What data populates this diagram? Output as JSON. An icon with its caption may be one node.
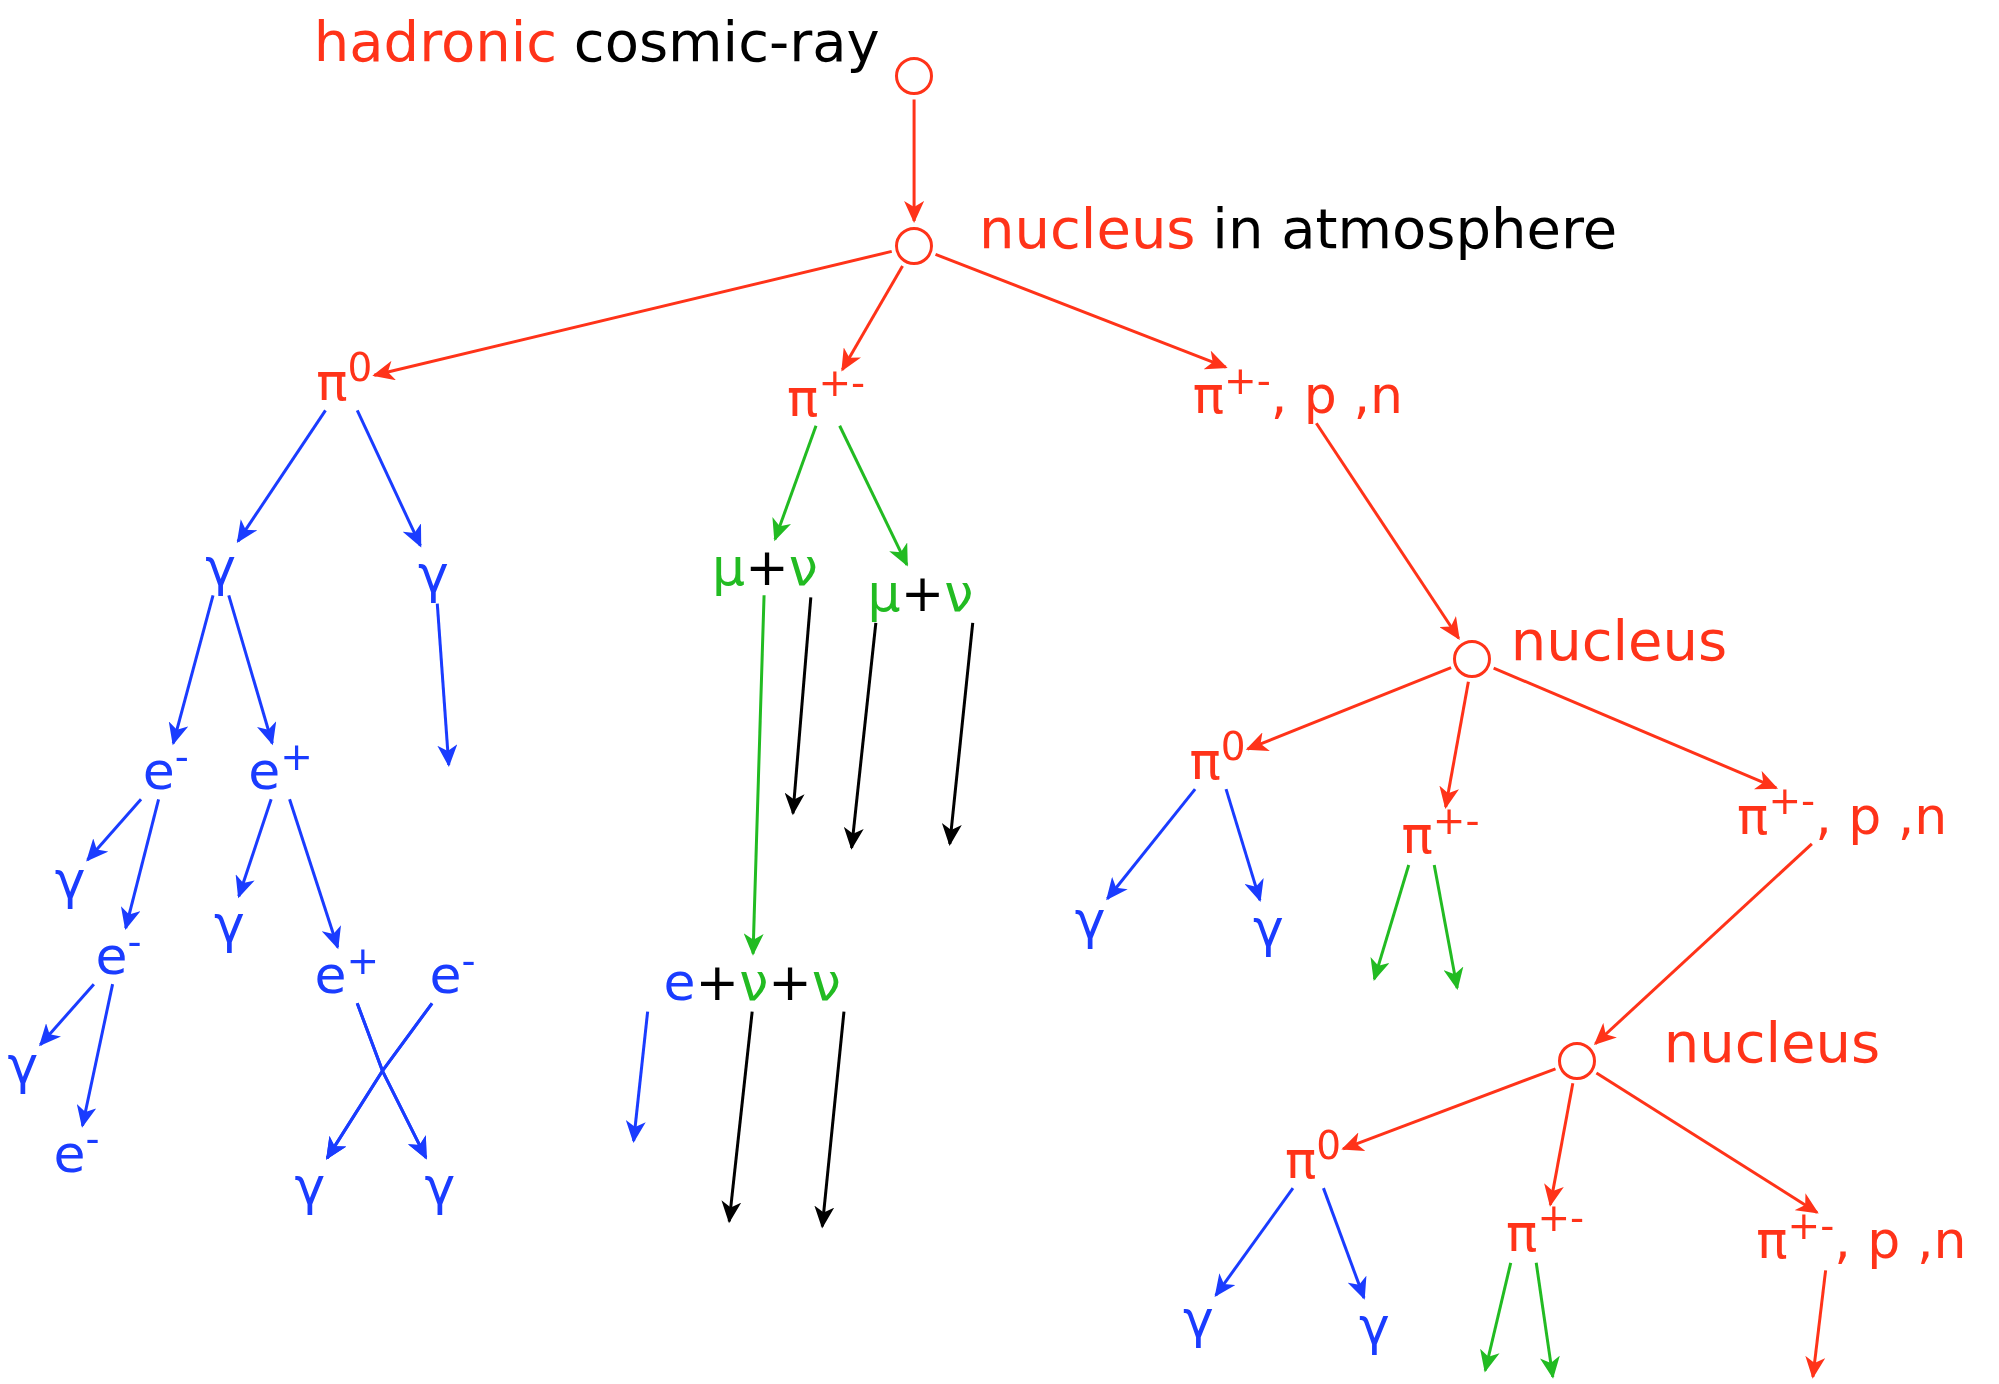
{
  "diagram": {
    "nodes": [
      {
        "text": [],
        "shape": "circle",
        "beside": [
          "hadronic",
          "cosmic-ray"
        ]
      },
      {
        "text": [],
        "shape": "circle",
        "beside": [
          "nucleus",
          "in atmosphere"
        ]
      },
      {
        "text": [
          "π$^{0}$"
        ]
      },
      {
        "text": [
          "π$^{+-}$"
        ]
      },
      {
        "text": [
          "π$^{+-}$, p ,n"
        ]
      },
      {
        "text": [
          "γ"
        ]
      },
      {
        "text": [
          "γ"
        ]
      },
      {
        "text": [
          "μ",
          "+",
          "ν"
        ]
      },
      {
        "text": [
          "μ",
          "+",
          "ν"
        ]
      },
      {
        "text": [
          "e$^{-}$"
        ]
      },
      {
        "text": [
          "e$^{+}$"
        ]
      },
      {
        "text": [
          "γ"
        ]
      },
      {
        "text": [
          "e$^{-}$"
        ]
      },
      {
        "text": [
          "γ"
        ]
      },
      {
        "text": [
          "e$^{+}$"
        ]
      },
      {
        "text": [
          "e$^{-}$"
        ]
      },
      {
        "text": [
          "γ"
        ]
      },
      {
        "text": [
          "e$^{-}$"
        ]
      },
      {
        "text": [
          "γ"
        ]
      },
      {
        "text": [
          "γ"
        ]
      },
      {
        "text": [
          "e",
          "+",
          "ν",
          "+",
          "ν"
        ]
      },
      {
        "text": [],
        "shape": "circle",
        "beside": [
          "nucleus"
        ]
      },
      {
        "text": [
          "π$^{0}$"
        ]
      },
      {
        "text": [
          "π$^{+-}$"
        ]
      },
      {
        "text": [
          "π$^{+-}$, p ,n"
        ]
      },
      {
        "text": [
          "γ"
        ]
      },
      {
        "text": [
          "γ"
        ]
      },
      {
        "text": [],
        "shape": "circle",
        "beside": [
          "nucleus"
        ]
      },
      {
        "text": [
          "π$^{0}$"
        ]
      },
      {
        "text": [
          "π$^{+-}$"
        ]
      },
      {
        "text": [
          "π$^{+-}$, p ,n"
        ]
      },
      {
        "text": [
          "γ"
        ]
      },
      {
        "text": [
          "γ"
        ]
      }
    ],
    "edges": [
      {
        "from": 0,
        "to": 1,
        "arrow": "to",
        "color": "#ff3319"
      },
      {
        "from": 1,
        "to": 2,
        "arrow": "to",
        "color": "#ff3319"
      },
      {
        "from": 1,
        "to": 3,
        "arrow": "to",
        "color": "#ff3319"
      },
      {
        "from": 1,
        "to": 4,
        "arrow": "to",
        "color": "#ff3319"
      },
      {
        "from": 2,
        "to": 5,
        "arrow": "to"
      },
      {
        "from": 2,
        "to": 6,
        "arrow": "to"
      },
      {
        "from": 3,
        "to": 7,
        "arrow": "to",
        "color": "#22bb22"
      },
      {
        "from": 3,
        "to": 8,
        "arrow": "to",
        "color": "#22bb22"
      },
      {
        "from": 4,
        "to": 21,
        "arrow": "to",
        "color": "#ff3319"
      },
      {
        "from": 5,
        "to": 9,
        "arrow": "to"
      },
      {
        "from": 5,
        "to": 10,
        "arrow": "to"
      },
      {
        "from": 6,
        "to": null,
        "arrow": "to"
      },
      {
        "from": 7,
        "to": 20,
        "arrow": "to",
        "color": "#22bb22"
      },
      {
        "from": 7,
        "to": null,
        "arrow": "to",
        "color": "#000000"
      },
      {
        "from": 8,
        "to": null,
        "arrow": "to",
        "color": "#000000"
      },
      {
        "from": 8,
        "to": null,
        "arrow": "to",
        "color": "#000000"
      },
      {
        "from": 9,
        "to": 11,
        "arrow": "to"
      },
      {
        "from": 9,
        "to": 12,
        "arrow": "to"
      },
      {
        "from": 10,
        "to": 13,
        "arrow": "to"
      },
      {
        "from": 10,
        "to": 14,
        "arrow": "to"
      },
      {
        "from": 12,
        "to": 16,
        "arrow": "to"
      },
      {
        "from": 12,
        "to": 17,
        "arrow": "to"
      },
      {
        "from": 14,
        "to": 18,
        "arrow": "to"
      },
      {
        "from": 14,
        "to": 19,
        "arrow": "to"
      },
      {
        "from": 15,
        "to": 18,
        "arrow": "to"
      },
      {
        "from": 15,
        "to": 19,
        "arrow": "to"
      },
      {
        "from": 20,
        "to": null,
        "arrow": "to"
      },
      {
        "from": 20,
        "to": null,
        "arrow": "to",
        "color": "#000000"
      },
      {
        "from": 20,
        "to": null,
        "arrow": "to",
        "color": "#000000"
      },
      {
        "from": 21,
        "to": 22,
        "arrow": "to",
        "color": "#ff3319"
      },
      {
        "from": 21,
        "to": 23,
        "arrow": "to",
        "color": "#ff3319"
      },
      {
        "from": 21,
        "to": 24,
        "arrow": "to",
        "color": "#ff3319"
      },
      {
        "from": 22,
        "to": 25,
        "arrow": "to"
      },
      {
        "from": 22,
        "to": 26,
        "arrow": "to"
      },
      {
        "from": 23,
        "to": null,
        "arrow": "to",
        "color": "#22bb22"
      },
      {
        "from": 23,
        "to": null,
        "arrow": "to",
        "color": "#22bb22"
      },
      {
        "from": 24,
        "to": 27,
        "arrow": "to",
        "color": "#ff3319"
      },
      {
        "from": 27,
        "to": 28,
        "arrow": "to",
        "color": "#ff3319"
      },
      {
        "from": 27,
        "to": 29,
        "arrow": "to",
        "color": "#ff3319"
      },
      {
        "from": 27,
        "to": 30,
        "arrow": "to",
        "color": "#ff3319"
      },
      {
        "from": 28,
        "to": 31,
        "arrow": "to"
      },
      {
        "from": 28,
        "to": 32,
        "arrow": "to"
      },
      {
        "from": 29,
        "to": null,
        "arrow": "to",
        "color": "#22bb22"
      },
      {
        "from": 29,
        "to": null,
        "arrow": "to",
        "color": "#22bb22"
      },
      {
        "from": 30,
        "to": null,
        "arrow": "to",
        "color": "#ff3319"
      }
    ]
  }
}
